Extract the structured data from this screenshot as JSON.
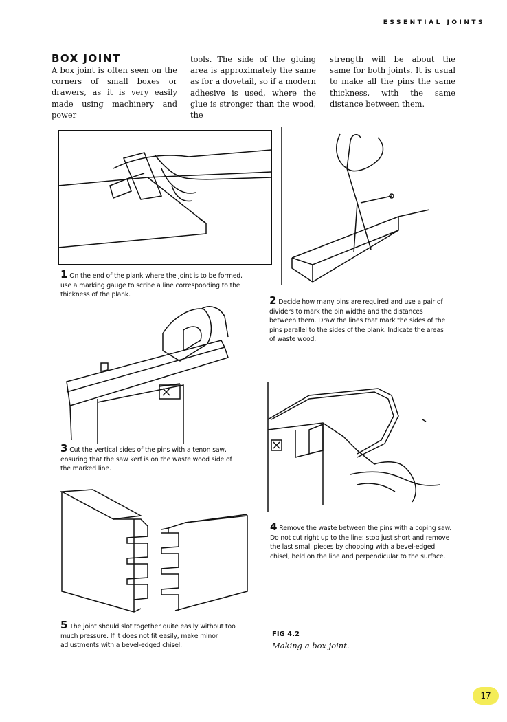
{
  "header": {
    "running_head": "ESSENTIAL JOINTS"
  },
  "section": {
    "title": "BOX JOINT",
    "col1": "A box joint is often seen on the corners of small boxes or drawers, as it is very easily made using machinery and power",
    "col2": "tools. The side of the gluing area is approximately the same as for a dovetail, so if a modern adhesive is used, where the glue is stronger than the wood, the",
    "col3": "strength will be about the same for both joints. It is usual to make all the pins the same thickness, with the same distance between them."
  },
  "steps": [
    {
      "num": "1",
      "text": "On the end of the plank where the joint is to be formed, use a marking gauge to scribe a line corresponding to the thickness of the plank."
    },
    {
      "num": "2",
      "text": "Decide how many pins are required and use a pair of dividers to mark the pin widths and the distances between them. Draw the lines that mark the sides of the pins parallel to the sides of the plank. Indicate the areas of waste wood."
    },
    {
      "num": "3",
      "text": "Cut the vertical sides of the pins with a tenon saw, ensuring that the saw kerf is on the waste wood side of the marked line."
    },
    {
      "num": "4",
      "text": "Remove the waste between the pins with a coping saw. Do not cut right up to the line: stop just short and remove the last small pieces by chopping with a bevel-edged chisel, held on the line and perpendicular to the surface."
    },
    {
      "num": "5",
      "text": "The joint should slot together quite easily without too much pressure. If it does not fit easily, make minor adjustments with a bevel-edged chisel."
    }
  ],
  "figure": {
    "label": "FIG 4.2",
    "title": "Making a box joint."
  },
  "page": {
    "number": "17"
  },
  "colors": {
    "page_number_badge": "#f4ec57",
    "ink": "#111111"
  }
}
